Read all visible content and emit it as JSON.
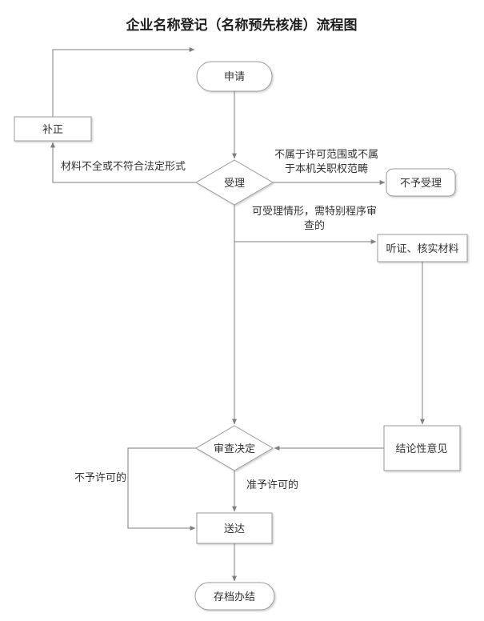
{
  "title": "企业名称登记（名称预先核准）流程图",
  "nodes": {
    "apply": "申请",
    "correction": "补正",
    "accept": "受理",
    "not_accept": "不予受理",
    "hearing": "听证、核实材料",
    "review": "审查决定",
    "conclusion": "结论性意见",
    "deliver": "送达",
    "archive": "存档办结"
  },
  "edge_labels": {
    "incomplete": "材料不全或不符合法定形式",
    "out_of_scope_1": "不属于许可范围或不属",
    "out_of_scope_2": "于本机关职权范畴",
    "special_1": "可受理情形，需特别程序审",
    "special_2": "查的",
    "denied": "不予许可的",
    "granted": "准予许可的"
  },
  "colors": {
    "line": "#7f7f7f",
    "shape_border": "#9b9b9b",
    "text": "#333333",
    "background": "#ffffff"
  }
}
